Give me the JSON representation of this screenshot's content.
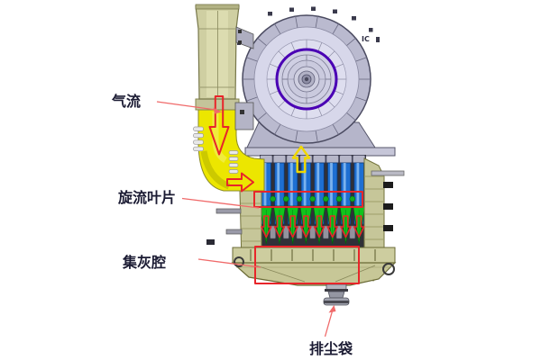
{
  "labels": {
    "airflow": "气流",
    "swirl_vanes": "旋流叶片",
    "dust_chamber": "集灰腔",
    "dust_bag": "排尘袋",
    "drum_marking": "IC"
  },
  "structure": {
    "tube_count": 8,
    "cone_count": 8,
    "gap_count": 7,
    "hopper_tick_count": 7,
    "outer_ring_segment_count": 18,
    "inner_ring_segment_count": 16,
    "rib_count": 4,
    "side_bump_count": 3
  },
  "colors": {
    "annotation_red": "#e8252a",
    "leader_red": "#f06a6a",
    "duct_yellow": "#ece600",
    "pipe_khaki": "#cfcfa2",
    "housing_khaki": "#c6c699",
    "drum_shell": "#babacf",
    "drum_face": "#d7d7ea",
    "purple_ring": "#4a00b4",
    "tube_blue": "#1e6fd2",
    "cone_green": "#10c41c",
    "flow_arrow_yellow": "#f0d800",
    "cavity_dark": "#303038",
    "label_text": "#1b1b33",
    "background": "#ffffff"
  }
}
